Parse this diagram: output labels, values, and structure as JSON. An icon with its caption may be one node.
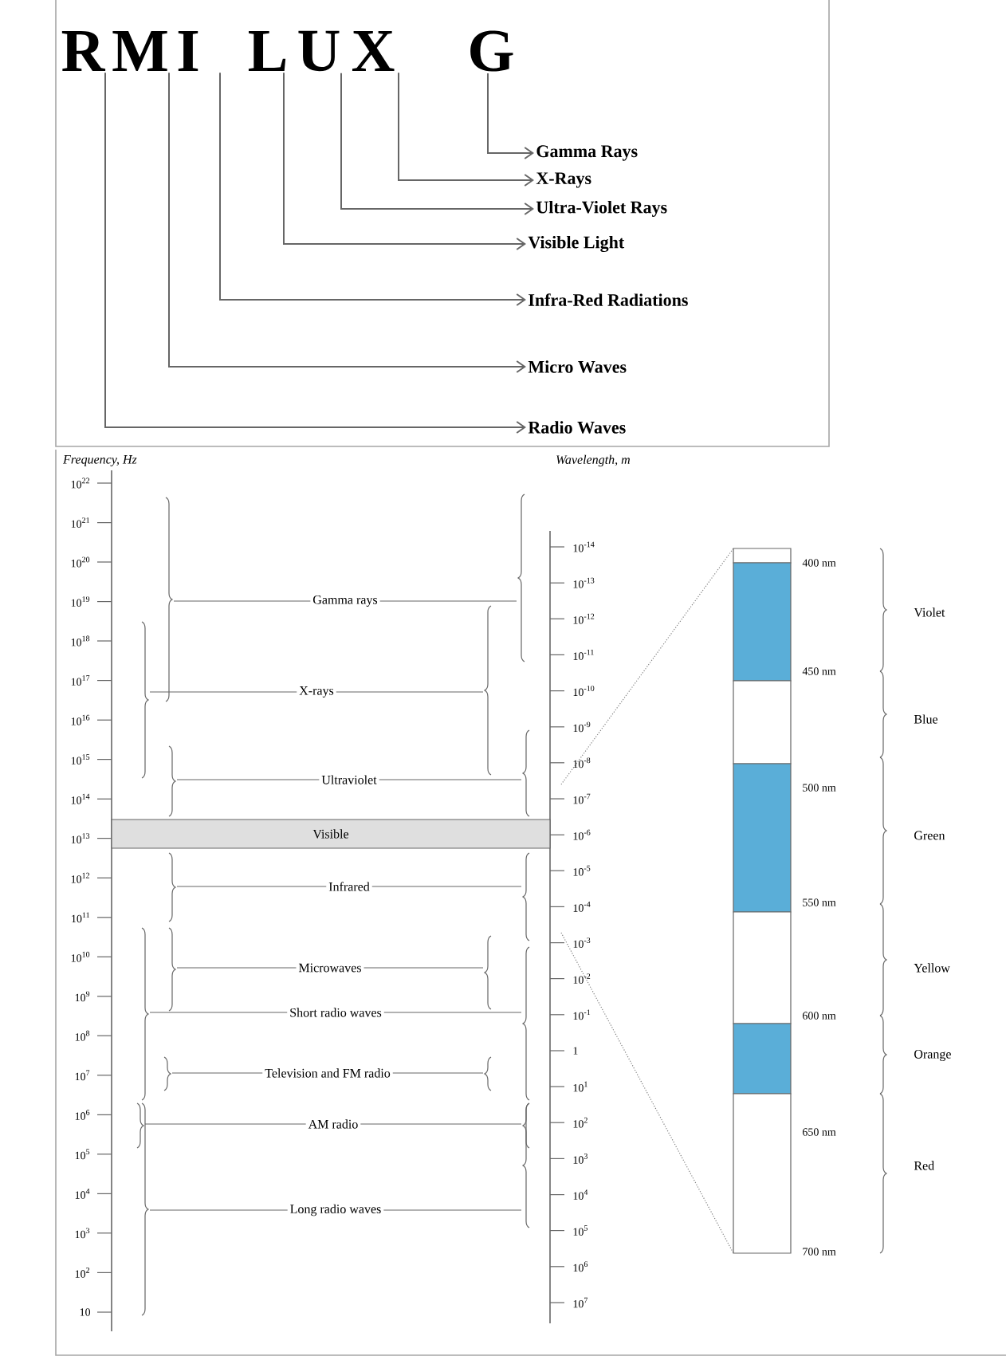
{
  "diagram": {
    "nodes": [
      {
        "text": [
          "R"
        ]
      },
      {
        "text": [
          "M"
        ]
      },
      {
        "text": [
          "I"
        ]
      },
      {
        "text": [
          "L"
        ]
      },
      {
        "text": [
          "U"
        ]
      },
      {
        "text": [
          "X"
        ]
      },
      {
        "text": [
          "G"
        ]
      },
      {
        "text": [
          "Gamma Rays"
        ]
      },
      {
        "text": [
          "X-Rays"
        ]
      },
      {
        "text": [
          "Ultra-Violet Rays"
        ]
      },
      {
        "text": [
          "Visible Light"
        ]
      },
      {
        "text": [
          "Infra-Red Radiations"
        ]
      },
      {
        "text": [
          "Micro Waves"
        ]
      },
      {
        "text": [
          "Radio Waves"
        ]
      },
      {
        "text": [
          "Visible"
        ]
      }
    ],
    "edges": [
      {
        "from": 6,
        "to": 7,
        "arrow": "to"
      },
      {
        "from": 5,
        "to": 8,
        "arrow": "to"
      },
      {
        "from": 4,
        "to": 9,
        "arrow": "to"
      },
      {
        "from": 3,
        "to": 10,
        "arrow": "to"
      },
      {
        "from": 2,
        "to": 11,
        "arrow": "to"
      },
      {
        "from": 1,
        "to": 12,
        "arrow": "to"
      },
      {
        "from": 0,
        "to": 13,
        "arrow": "to"
      }
    ],
    "labels": [
      "Frequency, Hz",
      "Wavelength, m",
      "10$^{22}$",
      "10$^{21}$",
      "10$^{20}$",
      "10$^{19}$",
      "10$^{18}$",
      "10$^{17}$",
      "10$^{16}$",
      "10$^{15}$",
      "10$^{14}$",
      "10$^{13}$",
      "10$^{12}$",
      "10$^{11}$",
      "10$^{10}$",
      "10$^{9}$",
      "10$^{8}$",
      "10$^{7}$",
      "10$^{6}$",
      "10$^{5}$",
      "10$^{4}$",
      "10$^{3}$",
      "10$^{2}$",
      "10",
      "Gamma rays",
      "X-rays",
      "Ultraviolet",
      "Infrared",
      "Microwaves",
      "Short radio waves",
      "Television and FM radio",
      "AM radio",
      "Long radio waves",
      "10$^{-14}$",
      "10$^{-13}$",
      "10$^{-12}$",
      "10$^{-11}$",
      "10$^{-10}$",
      "10$^{-9}$",
      "10$^{-8}$",
      "10$^{-7}$",
      "10$^{-6}$",
      "10$^{-5}$",
      "10$^{-4}$",
      "10$^{-3}$",
      "10$^{-2}$",
      "10$^{-1}$",
      "1",
      "10$^{1}$",
      "10$^{2}$",
      "10$^{3}$",
      "10$^{4}$",
      "10$^{5}$",
      "10$^{6}$",
      "10$^{7}$",
      "400 nm",
      "450 nm",
      "500 nm",
      "550 nm",
      "600 nm",
      "650 nm",
      "700 nm",
      "Violet",
      "Blue",
      "Green",
      "Yellow",
      "Orange",
      "Red"
    ]
  }
}
